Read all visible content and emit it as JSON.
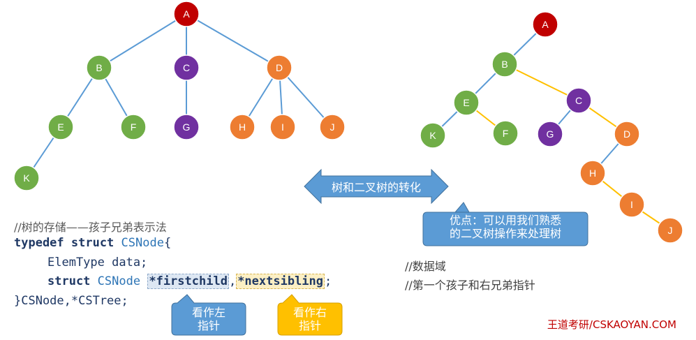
{
  "general_tree": {
    "nodes": [
      {
        "id": "A",
        "color": "#c00000"
      },
      {
        "id": "B",
        "color": "#70ad47"
      },
      {
        "id": "C",
        "color": "#7030a0"
      },
      {
        "id": "D",
        "color": "#ed7d31"
      },
      {
        "id": "E",
        "color": "#70ad47"
      },
      {
        "id": "F",
        "color": "#70ad47"
      },
      {
        "id": "G",
        "color": "#7030a0"
      },
      {
        "id": "H",
        "color": "#ed7d31"
      },
      {
        "id": "I",
        "color": "#ed7d31"
      },
      {
        "id": "J",
        "color": "#ed7d31"
      },
      {
        "id": "K",
        "color": "#70ad47"
      }
    ],
    "edges": [
      [
        "A",
        "B"
      ],
      [
        "A",
        "C"
      ],
      [
        "A",
        "D"
      ],
      [
        "B",
        "E"
      ],
      [
        "B",
        "F"
      ],
      [
        "C",
        "G"
      ],
      [
        "D",
        "H"
      ],
      [
        "D",
        "I"
      ],
      [
        "D",
        "J"
      ],
      [
        "E",
        "K"
      ]
    ]
  },
  "binary_tree": {
    "nodes": [
      {
        "id": "A",
        "color": "#c00000"
      },
      {
        "id": "B",
        "color": "#70ad47"
      },
      {
        "id": "C",
        "color": "#7030a0"
      },
      {
        "id": "E",
        "color": "#70ad47"
      },
      {
        "id": "F",
        "color": "#70ad47"
      },
      {
        "id": "K",
        "color": "#70ad47"
      },
      {
        "id": "G",
        "color": "#7030a0"
      },
      {
        "id": "D",
        "color": "#ed7d31"
      },
      {
        "id": "H",
        "color": "#ed7d31"
      },
      {
        "id": "I",
        "color": "#ed7d31"
      },
      {
        "id": "J",
        "color": "#ed7d31"
      }
    ],
    "left_edges": [
      [
        "A",
        "B"
      ],
      [
        "B",
        "E"
      ],
      [
        "E",
        "K"
      ],
      [
        "C",
        "G"
      ],
      [
        "D",
        "H"
      ]
    ],
    "right_edges": [
      [
        "B",
        "C"
      ],
      [
        "E",
        "F"
      ],
      [
        "C",
        "D"
      ],
      [
        "H",
        "I"
      ],
      [
        "I",
        "J"
      ]
    ],
    "left_edge_color": "#5b9bd5",
    "right_edge_color": "#ffc000"
  },
  "convert_label": "树和二叉树的转化",
  "advantage_text": [
    "优点：可以用我们熟悉",
    "的二叉树操作来处理树"
  ],
  "code": {
    "comment": "//树的存储——孩子兄弟表示法",
    "line2_kw": "typedef struct",
    "line2_type": "CSNode",
    "line2_end": "{",
    "line3": "ElemType data;",
    "line4_kw": "struct",
    "line4_type": "CSNode",
    "line4_f1": "*firstchild",
    "line4_sep": ",",
    "line4_f2": "*nextsibling",
    "line4_end": ";",
    "line5": "}CSNode,*CSTree;",
    "comment_data": "//数据域",
    "comment_ptrs": "//第一个孩子和右兄弟指针"
  },
  "callout_left": [
    "看作左",
    "指针"
  ],
  "callout_right": [
    "看作右",
    "指针"
  ],
  "footer": "王道考研/CSKAOYAN.COM"
}
